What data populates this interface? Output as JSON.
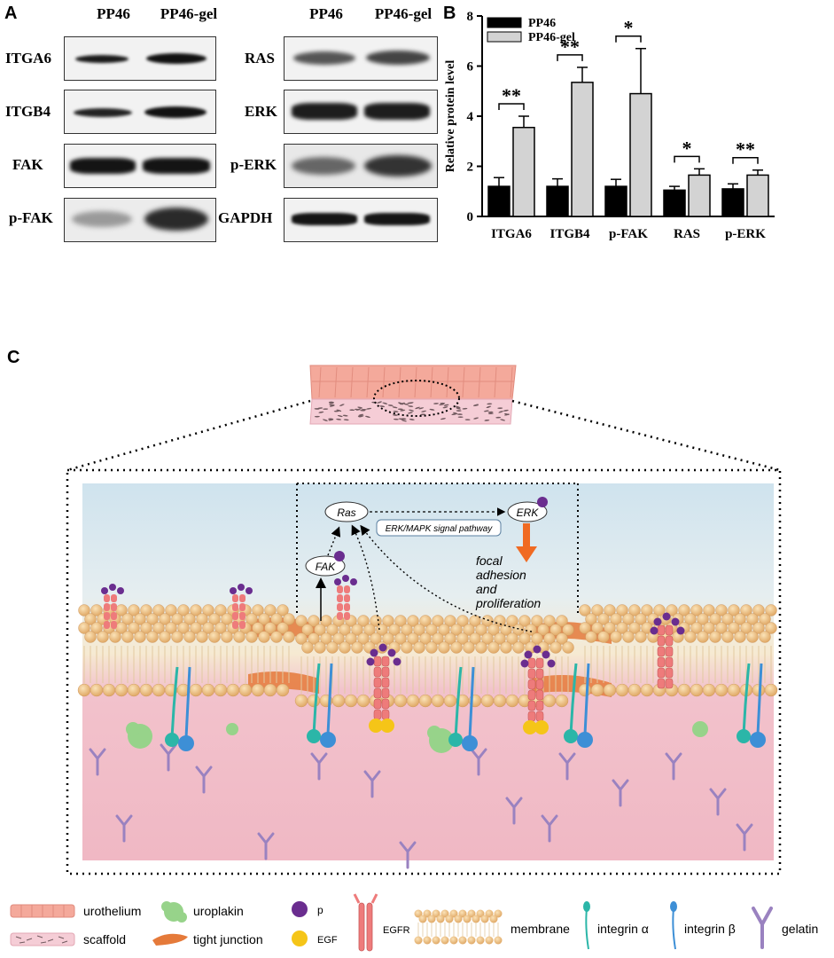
{
  "panel_a": {
    "letter": "A",
    "columns": [
      "PP46",
      "PP46-gel"
    ],
    "left_rows": [
      "ITGA6",
      "ITGB4",
      "FAK",
      "p-FAK"
    ],
    "right_rows": [
      "RAS",
      "ERK",
      "p-ERK",
      "GAPDH"
    ]
  },
  "panel_b": {
    "letter": "B"
  },
  "chart_data": {
    "type": "bar",
    "categories": [
      "ITGA6",
      "ITGB4",
      "p-FAK",
      "RAS",
      "p-ERK"
    ],
    "series": [
      {
        "name": "PP46",
        "values": [
          1.2,
          1.2,
          1.2,
          1.05,
          1.1
        ],
        "errors": [
          0.35,
          0.3,
          0.28,
          0.15,
          0.2
        ],
        "color": "#000000"
      },
      {
        "name": "PP46-gel",
        "values": [
          3.55,
          5.35,
          4.9,
          1.65,
          1.65
        ],
        "errors": [
          0.45,
          0.6,
          1.8,
          0.25,
          0.2
        ],
        "color": "#d3d3d3"
      }
    ],
    "significance": [
      "**",
      "**",
      "*",
      "*",
      "**"
    ],
    "ylabel": "Relative protein level",
    "ylim": [
      0,
      8
    ],
    "yticks": [
      0,
      2,
      4,
      6,
      8
    ],
    "legend": "top-left",
    "grid": false
  },
  "panel_c": {
    "letter": "C",
    "pathway": {
      "ras": "Ras",
      "erk": "ERK",
      "fak": "FAK",
      "signal_pathway": "ERK/MAPK signal pathway",
      "outcome_line1": "focal",
      "outcome_line2": "adhesion",
      "outcome_line3": "and",
      "outcome_line4": "proliferation"
    },
    "legend": {
      "urothelium": "urothelium",
      "scaffold": "scaffold",
      "uroplakin": "uroplakin",
      "tight_junction": "tight junction",
      "p": "p",
      "egf": "EGF",
      "egfr": "EGFR",
      "membrane": "membrane",
      "integrin_a": "integrin α",
      "integrin_b": "integrin β",
      "gelatin": "gelatin"
    },
    "colors": {
      "background_top": "#cfe3ee",
      "background_bottom": "#f2c2cc",
      "lipid": "#f2c88e",
      "egfr": "#ee7b7b",
      "p": "#6a2d8f",
      "egf": "#f5c518",
      "integrin_a": "#2bb6a8",
      "integrin_b": "#3d8fd6",
      "uroplakin": "#97d38a",
      "tight_junction": "#e57a3a",
      "arrow": "#f06a22"
    }
  }
}
